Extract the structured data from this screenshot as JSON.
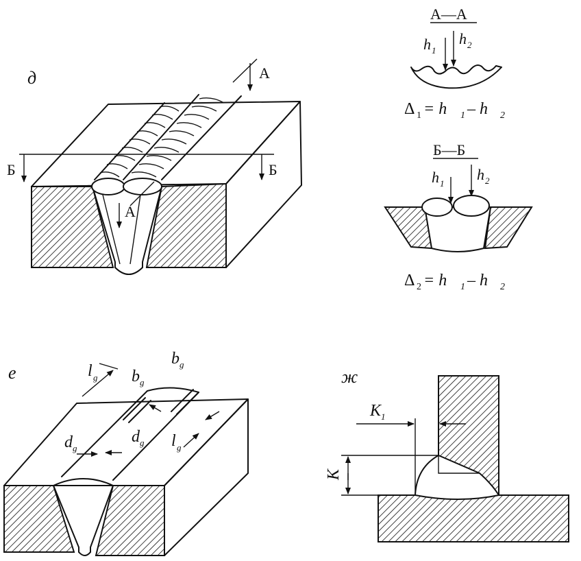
{
  "panels": {
    "d": {
      "letter": "д",
      "label_A": "А",
      "label_B": "Б"
    },
    "section_AA": {
      "title": "А—А",
      "h1": "h",
      "h1_sub": "1",
      "h2": "h",
      "h2_sub": "2",
      "formula_delta": "Δ",
      "formula_sub": "1",
      "formula_rest": " = h",
      "formula_rest_sub": "1",
      "formula_tail": " – h",
      "formula_tail_sub": "2"
    },
    "section_BB": {
      "title": "Б—Б",
      "h1": "h",
      "h1_sub": "1",
      "h2": "h",
      "h2_sub": "2",
      "formula_delta": "Δ",
      "formula_sub": "2",
      "formula_rest": " = h",
      "formula_rest_sub": "1",
      "formula_tail": " – h",
      "formula_tail_sub": "2"
    },
    "e": {
      "letter": "е",
      "l": "l",
      "b": "b",
      "d": "d",
      "g": "g"
    },
    "zh": {
      "letter": "ж",
      "K1": "K",
      "K1_sub": "1",
      "K": "K"
    }
  }
}
